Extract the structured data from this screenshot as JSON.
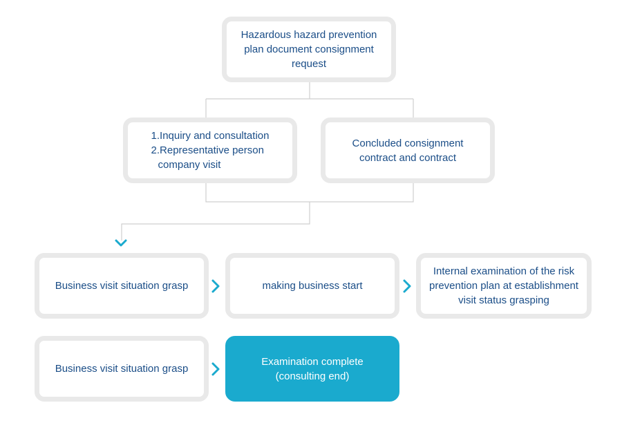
{
  "nodes": {
    "request": "Hazardous hazard prevention plan document consignment request",
    "inquiry": {
      "line1": "1.Inquiry and consultation",
      "line2": "2.Representative person",
      "line3": "company visit"
    },
    "contract": "Concluded consignment contract and contract",
    "grasp1": "Business visit situation grasp",
    "start": "making business start",
    "internal": "Internal examination of the risk prevention plan at establishment visit status grasping",
    "grasp2": "Business visit situation grasp",
    "complete": "Examination complete (consulting end)"
  },
  "colors": {
    "text": "#1a4d87",
    "border": "#e9e9e9",
    "accent": "#1aaace",
    "connector": "#cfcfcf"
  },
  "icons": {
    "down_arrow": "chevron-down-icon",
    "right_arrow": "chevron-right-icon"
  }
}
